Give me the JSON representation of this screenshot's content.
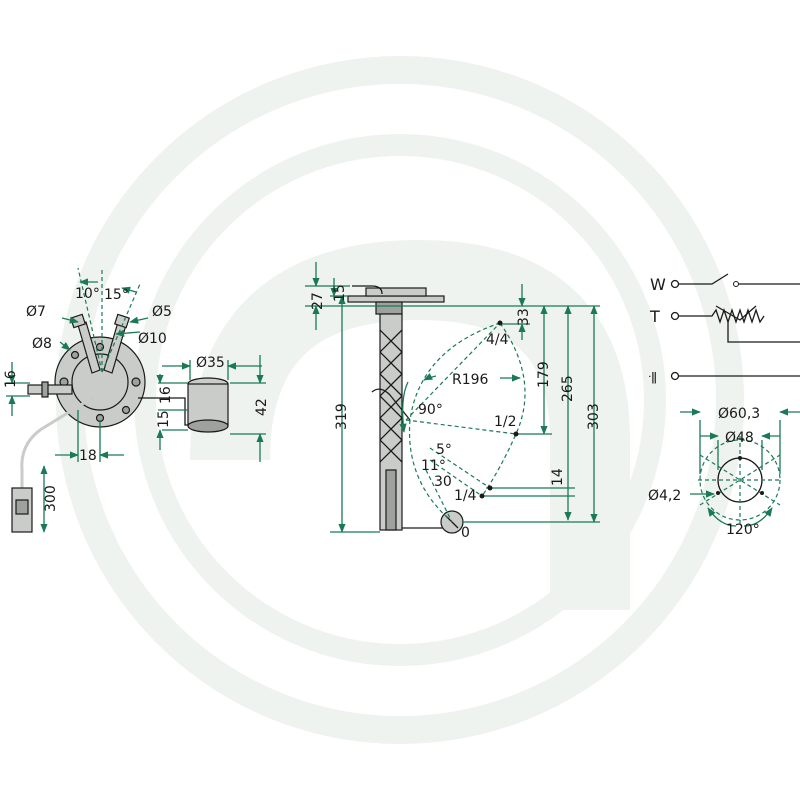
{
  "colors": {
    "dimension": "#1a7a55",
    "part_fill": "#c9ccc9",
    "part_dark": "#9ea29f",
    "ink": "#1a1a1a",
    "watermark": "#eef3ef"
  },
  "left_view": {
    "angle_a": "10°",
    "angle_b": "15°",
    "d7": "Ø7",
    "d5": "Ø5",
    "d8": "Ø8",
    "d10": "Ø10",
    "d35": "Ø35",
    "dim16_left": "16",
    "dim16_mid": "16",
    "dim15": "15",
    "dim42": "42",
    "dim18": "18",
    "dim300": "300"
  },
  "middle_view": {
    "dim27": "27",
    "dim15": "15",
    "dim319": "319",
    "dim33": "33",
    "dim179": "179",
    "dim265": "265",
    "dim303": "303",
    "dim14": "14",
    "r196": "R196",
    "angle90": "90°",
    "angle5": "5°",
    "angle11": "11°",
    "num30": "30",
    "pos_full": "4/4",
    "pos_half": "1/2",
    "pos_quarter": "1/4",
    "pos_empty": "0"
  },
  "wiring": {
    "w": "W",
    "t": "T",
    "ground": "ᐧǁ"
  },
  "flange": {
    "d60": "Ø60,3",
    "d48": "Ø48",
    "d42": "Ø4,2",
    "angle120": "120°"
  }
}
